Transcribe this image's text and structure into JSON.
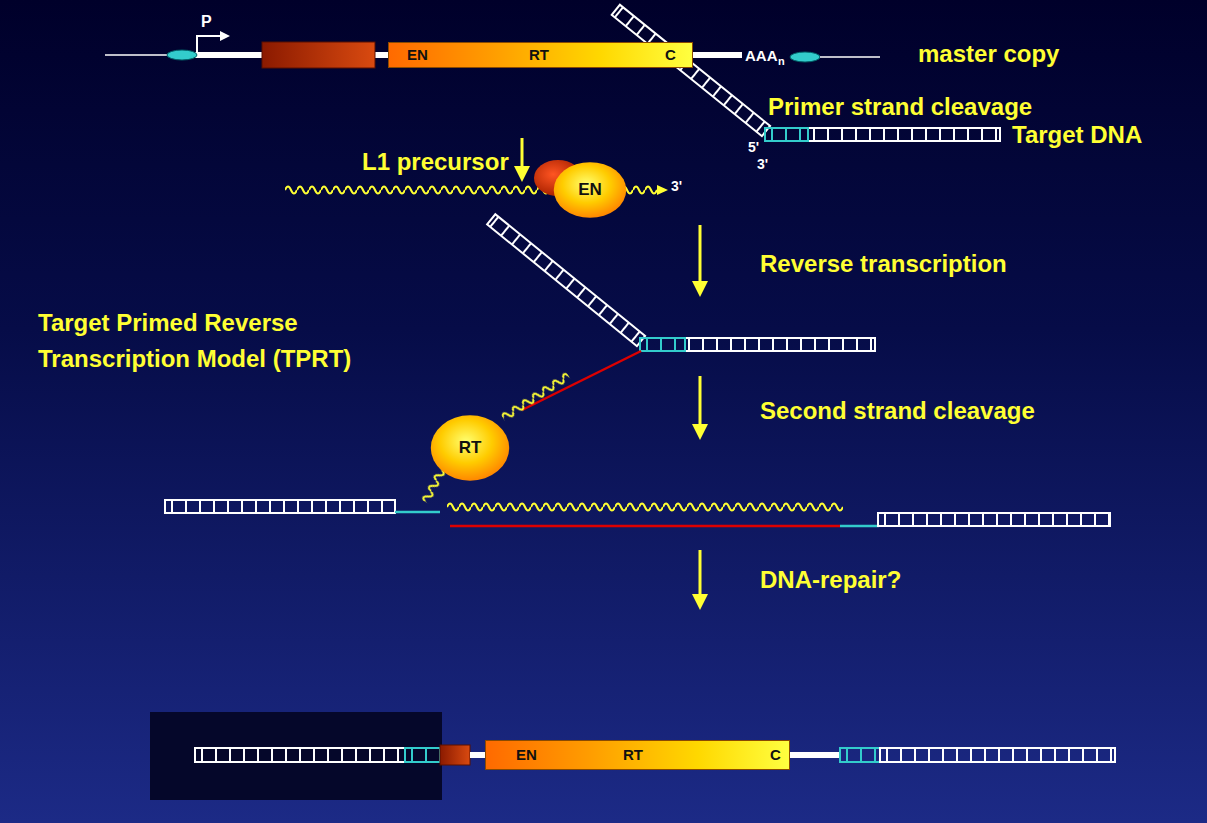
{
  "diagram": {
    "nodes": [
      {
        "text": [
          "EN",
          "RT",
          "C"
        ]
      },
      {
        "text": [
          "EN"
        ]
      },
      {
        "text": [
          "RT"
        ]
      },
      {
        "text": [
          "EN",
          "RT",
          "C"
        ]
      }
    ],
    "labels": [
      "P",
      "AAA",
      "n",
      "master copy",
      "Primer strand cleavage",
      "L1 precursor",
      "3'",
      "5'",
      "3'",
      "Target DNA",
      "Reverse transcription",
      "Target Primed Reverse Transcription Model (TPRT)",
      "Second strand cleavage",
      "DNA-repair?"
    ]
  }
}
